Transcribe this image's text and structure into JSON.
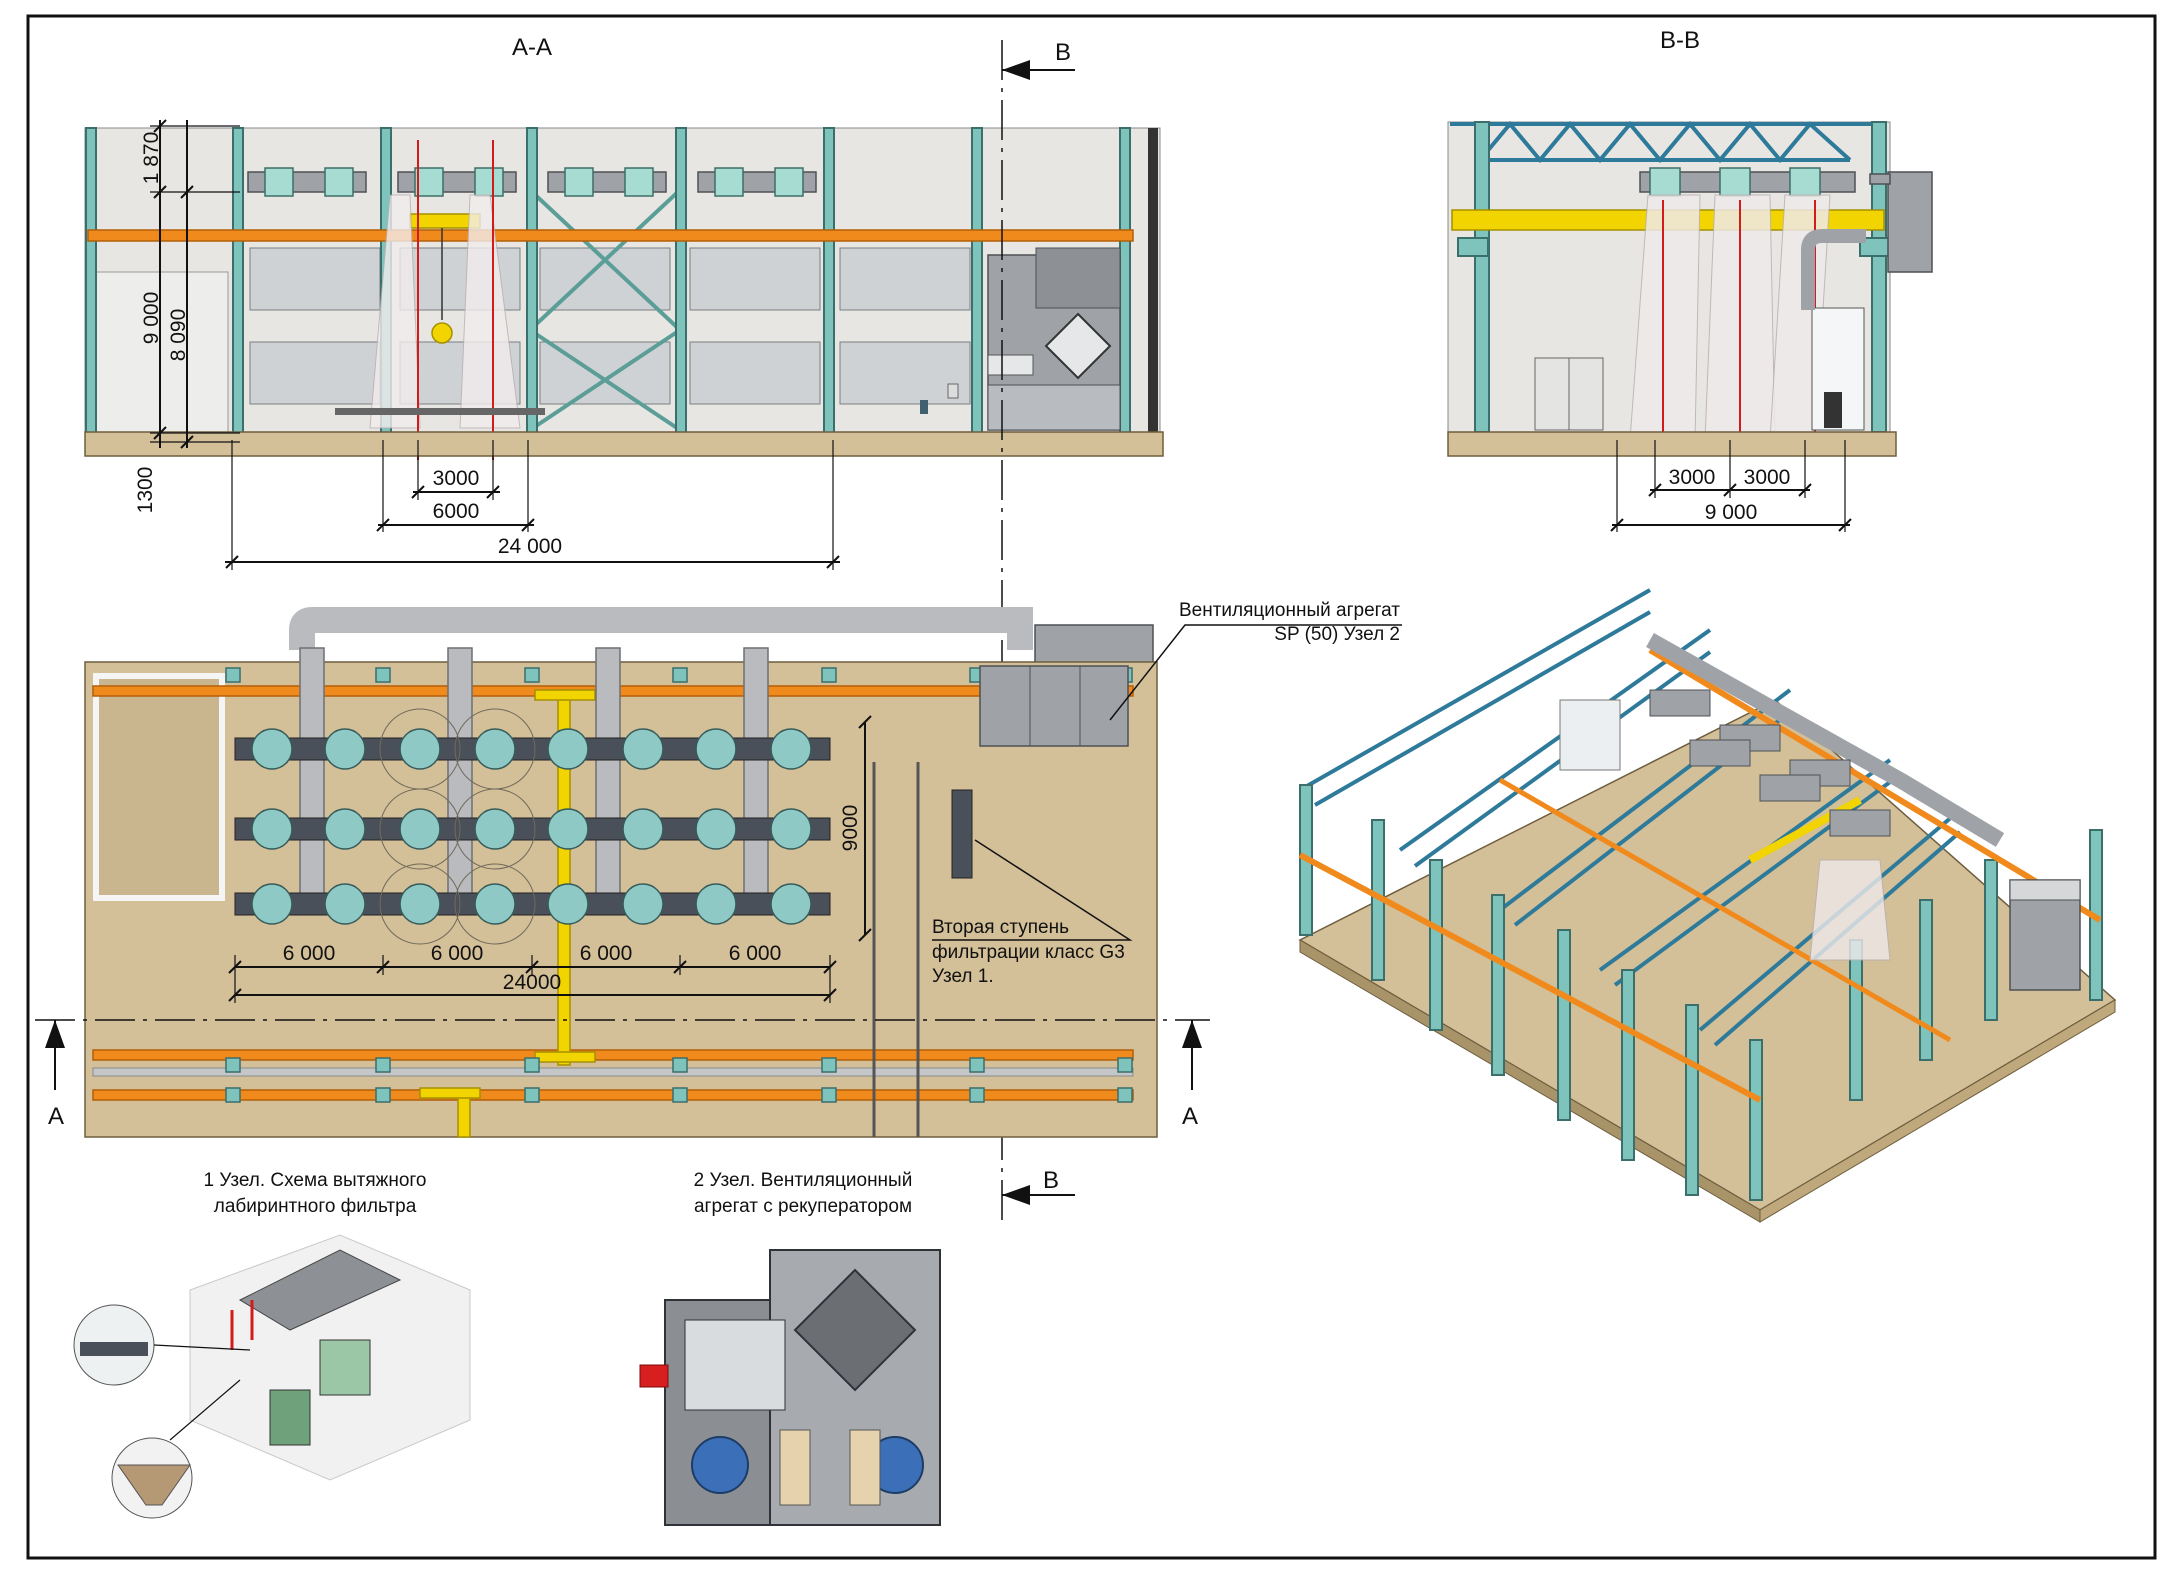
{
  "sections": {
    "aa_title": "А-А",
    "bb_title": "В-В",
    "cut_b_top": "В",
    "cut_b_bottom": "В",
    "cut_a_left": "А",
    "cut_a_right": "А"
  },
  "aa_dims": {
    "h1": "1 870",
    "h2": "9 000",
    "h3": "8 090",
    "h4": "1300",
    "w1": "3000",
    "w2": "6000",
    "w3": "24 000"
  },
  "bb_dims": {
    "w1": "3000",
    "w2": "3000",
    "w3": "9 000"
  },
  "plan_dims": {
    "bay1": "6 000",
    "bay2": "6 000",
    "bay3": "6 000",
    "bay4": "6 000",
    "total": "24000",
    "depth": "9000"
  },
  "callouts": {
    "vent_line1": "Вентиляционный агрегат",
    "vent_line2": "SP (50) Узел 2",
    "filter_line1": "Вторая ступень",
    "filter_line2": "фильтрации класс G3",
    "filter_line3": "Узел 1."
  },
  "nodes": {
    "node1_line1": "1 Узел. Схема вытяжного",
    "node1_line2": "лабиринтного фильтра",
    "node2_line1": "2 Узел. Вентиляционный",
    "node2_line2": "агрегат с рекуператором"
  },
  "colors": {
    "column": "#7fc3bd",
    "crane_rail": "#f08a1c",
    "crane": "#f2d400",
    "floor": "#d3bf98",
    "truss": "#2d7a9a",
    "duct": "#b9bbbe"
  }
}
